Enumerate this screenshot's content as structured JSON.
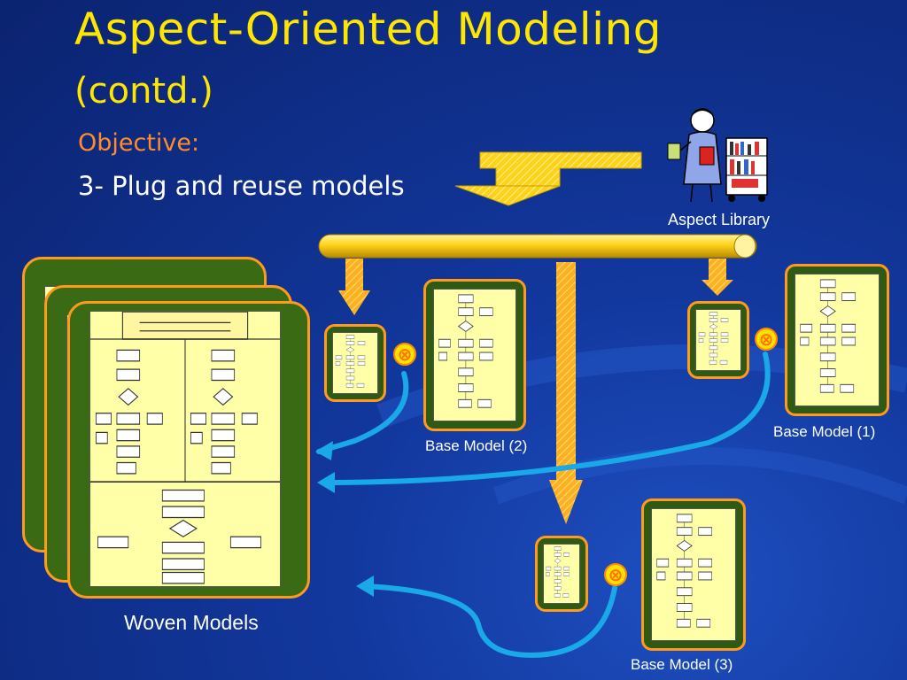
{
  "slide": {
    "title": "Aspect-Oriented Modeling",
    "subtitle": "(contd.)",
    "objective_label": "Objective:",
    "point": "3- Plug and reuse models"
  },
  "labels": {
    "aspect_library": "Aspect Library",
    "woven_models": "Woven Models",
    "base_model_1": "Base Model (1)",
    "base_model_2": "Base Model (2)",
    "base_model_3": "Base Model (3)"
  },
  "weave_symbol": "⊗",
  "icons": [
    "librarian-icon",
    "bookshelf-cart-icon",
    "weave-operator-icon"
  ],
  "colors": {
    "title": "#ffe600",
    "objective": "#ff8c2a",
    "text": "#ffffff",
    "card_border": "#ff9a1c",
    "card_fill": "#2f5a14",
    "model_paper": "#ffffa8",
    "arrow_yellow": "#ffd21a",
    "arrow_orange": "#ff9a1c",
    "connector_blue": "#19a8e8"
  }
}
